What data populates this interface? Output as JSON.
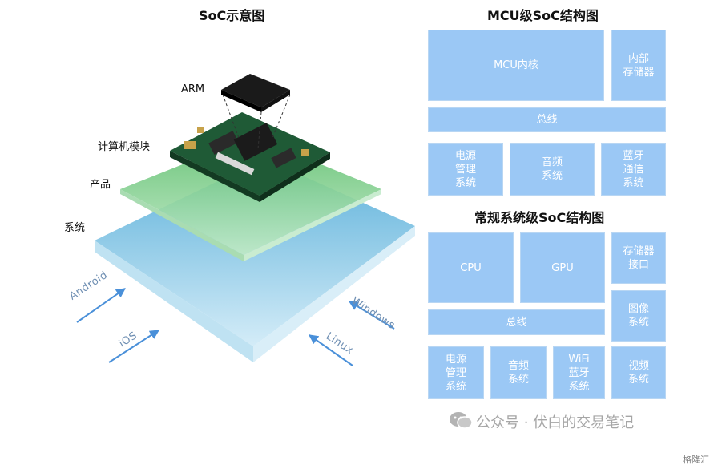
{
  "left": {
    "title": "SoC示意图",
    "labels": {
      "arm": "ARM",
      "module": "计算机模块",
      "product": "产品",
      "system": "系统"
    },
    "os": {
      "android": "Android",
      "ios": "iOS",
      "windows": "Windows",
      "linux": "Linux"
    },
    "colors": {
      "system_layer": "#7ec3e6",
      "product_layer": "#8dd79a",
      "arrow": "#4a90d9"
    }
  },
  "mcu": {
    "title": "MCU级SoC结构图",
    "blocks": {
      "core": "MCU内核",
      "memory": "内部\n存储器",
      "bus": "总线",
      "power": "电源\n管理\n系统",
      "audio": "音频\n系统",
      "bluetooth": "蓝牙\n通信\n系统"
    }
  },
  "regular": {
    "title": "常规系统级SoC结构图",
    "blocks": {
      "cpu": "CPU",
      "gpu": "GPU",
      "storage_if": "存储器\n接口",
      "image": "图像\n系统",
      "bus": "总线",
      "power": "电源\n管理\n系统",
      "audio": "音频\n系统",
      "wifi_bt": "WiFi\n蓝牙\n系统",
      "video": "视频\n系统"
    }
  },
  "block_color": "#9bc8f5",
  "watermark": "公众号 · 伏白的交易笔记",
  "corner_mark": "格隆汇"
}
